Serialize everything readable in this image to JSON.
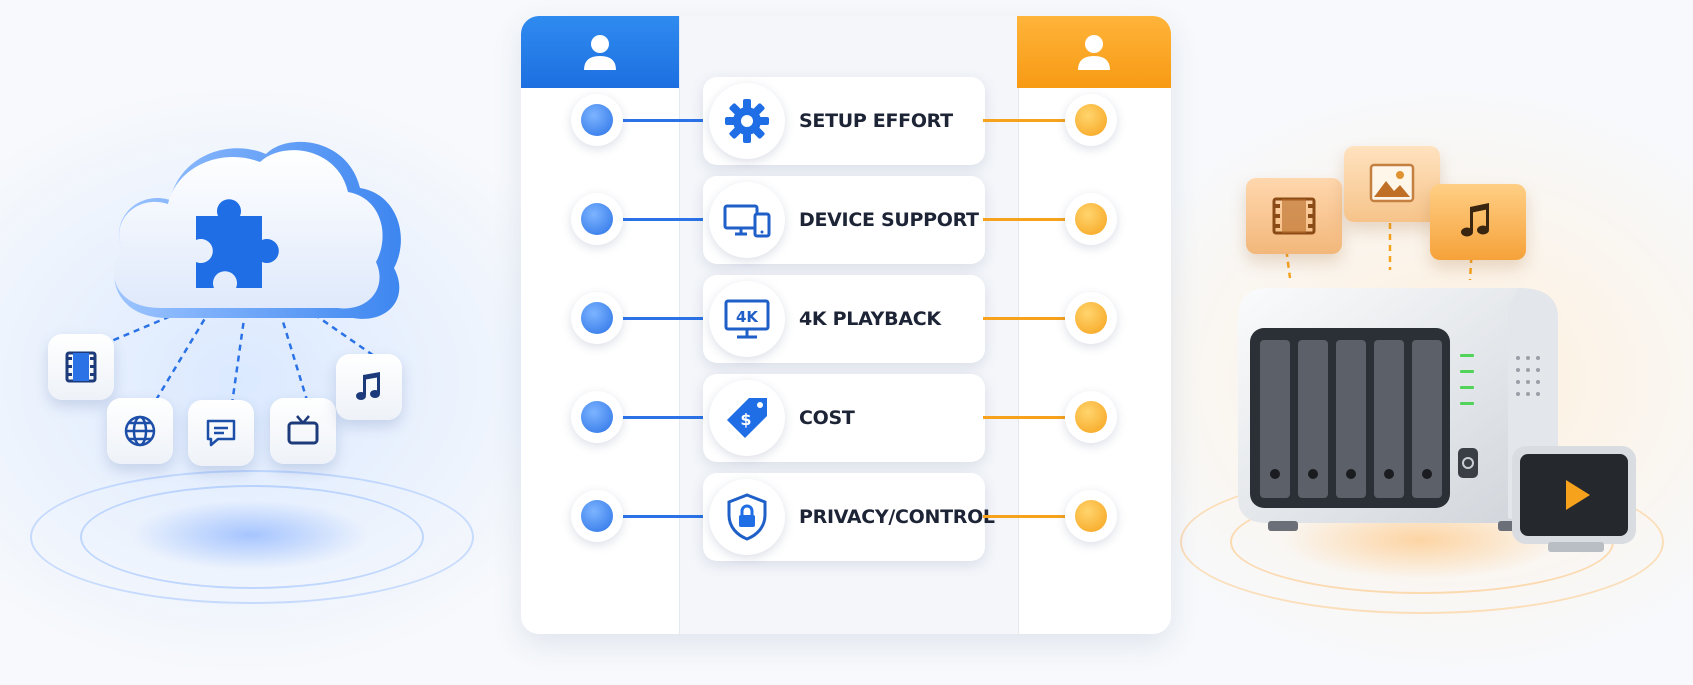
{
  "comparison": {
    "left_column_icon": "user-icon",
    "right_column_icon": "user-icon",
    "left_accent": "#2a72e6",
    "right_accent": "#f6a21c",
    "rows": [
      {
        "label": "SETUP EFFORT",
        "icon": "gear-icon"
      },
      {
        "label": "DEVICE SUPPORT",
        "icon": "devices-icon"
      },
      {
        "label": "4K PLAYBACK",
        "icon": "monitor-4k-icon"
      },
      {
        "label": "COST",
        "icon": "price-tag-icon"
      },
      {
        "label": "PRIVACY/CONTROL",
        "icon": "shield-lock-icon"
      }
    ]
  },
  "left_illustration": {
    "cloud_icon": "cloud-puzzle-icon",
    "tiles": [
      "film-icon",
      "globe-icon",
      "chat-icon",
      "tv-icon",
      "music-icon"
    ]
  },
  "right_illustration": {
    "device": "nas-server-icon",
    "folders": [
      "film-folder-icon",
      "image-folder-icon",
      "music-folder-icon"
    ],
    "screen": "play-screen-icon"
  },
  "tile_badge_4k": "4K"
}
